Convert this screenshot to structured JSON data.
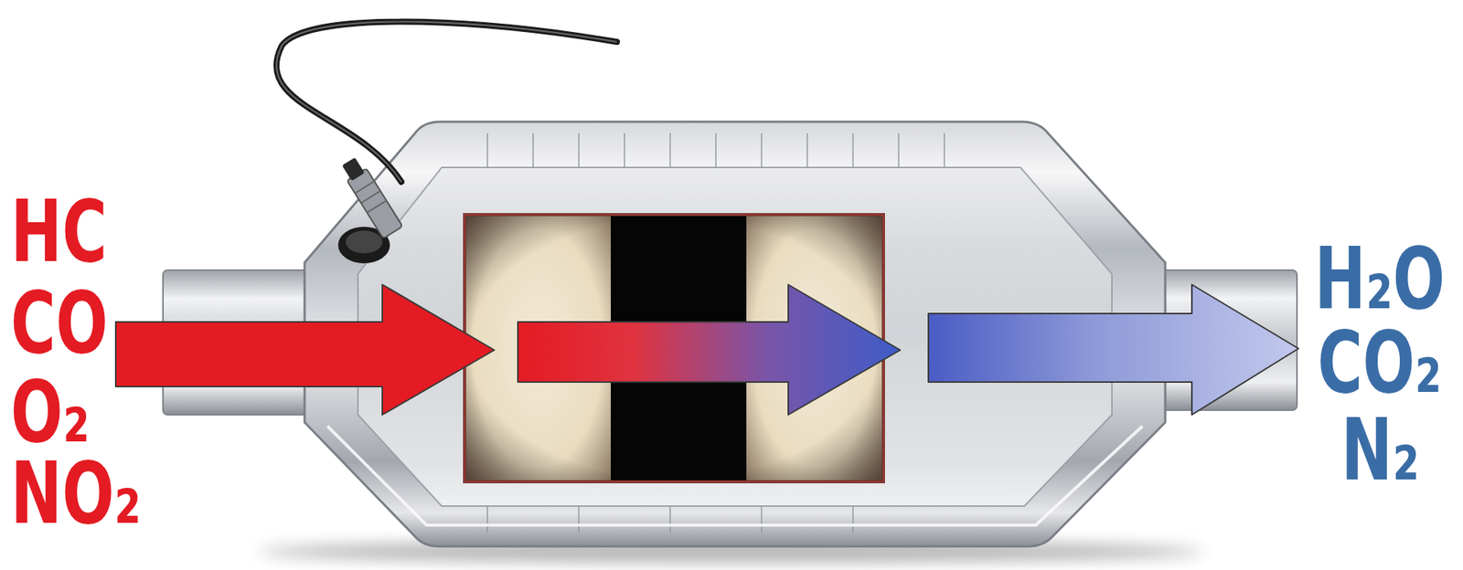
{
  "diagram": {
    "labels": [
      "HC",
      "CO",
      "O₂",
      "NO₂",
      "H₂O",
      "CO₂",
      "N₂"
    ]
  }
}
